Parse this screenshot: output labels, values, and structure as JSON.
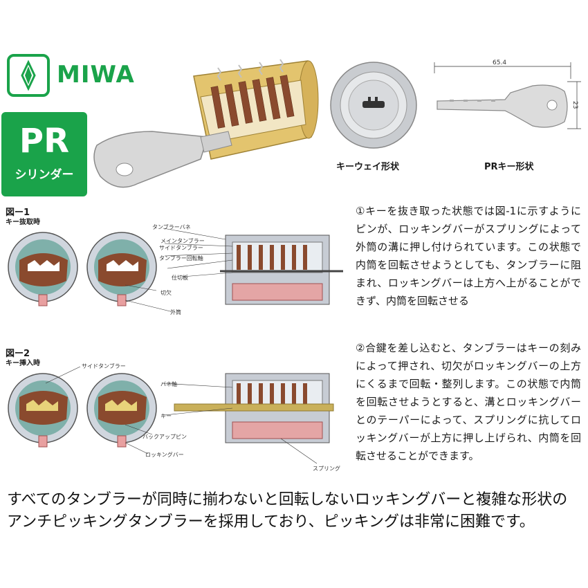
{
  "brand": {
    "name": "MIWA"
  },
  "badge": {
    "title": "PR",
    "subtitle": "シリンダー"
  },
  "captions": {
    "keyway": "キーウェイ形状",
    "key_shape": "PRキー形状"
  },
  "key_dims": {
    "length": "65.4",
    "height": "23"
  },
  "figure1": {
    "title": "図ー1",
    "subtitle": "キー抜取時",
    "labels": {
      "tumbler_spring": "タンブラーバネ",
      "main_tumbler": "メインタンブラー",
      "side_tumbler": "サイドタンブラー",
      "tumbler_axis": "タンブラー回転軸",
      "partition": "仕切板",
      "notch": "切欠",
      "outer_tube": "外筒"
    },
    "text": "①キーを抜き取った状態では図-1に示すようにピンが、ロッキングバーがスプリングによって外筒の溝に押し付けられています。この状態で内筒を回転させようとしても、タンブラーに阻まれ、ロッキングバーは上方へ上がることができず、内筒を回転させる"
  },
  "figure2": {
    "title": "図ー2",
    "subtitle": "キー挿入時",
    "labels": {
      "side_tumbler": "サイドタンブラー",
      "spring_axis": "バネ軸",
      "key": "キー",
      "backup_pin": "バックアップピン",
      "locking_bar": "ロッキングバー",
      "spring": "スプリング"
    },
    "text": "②合鍵を差し込むと、タンブラーはキーの刻みによって押され、切欠がロッキングバーの上方にくるまで回転・整列します。この状態で内筒を回転させようとすると、溝とロッキングバーとのテーパーによって、スプリングに抗してロッキングバーが上方に押し上げられ、内筒を回転させることができます。"
  },
  "footer": {
    "text": "すべてのタンブラーが同時に揃わないと回転しないロッキングバーと複雑な形状のアンチピッキングタンブラーを採用しており、ピッキングは非常に困難です。"
  },
  "colors": {
    "brand_green": "#1aa34a",
    "brass": "#d6b25a",
    "tumbler_brown": "#8a4a2e",
    "spring_pink": "#d98a8a",
    "cylinder_grey": "#9aa3b0"
  }
}
